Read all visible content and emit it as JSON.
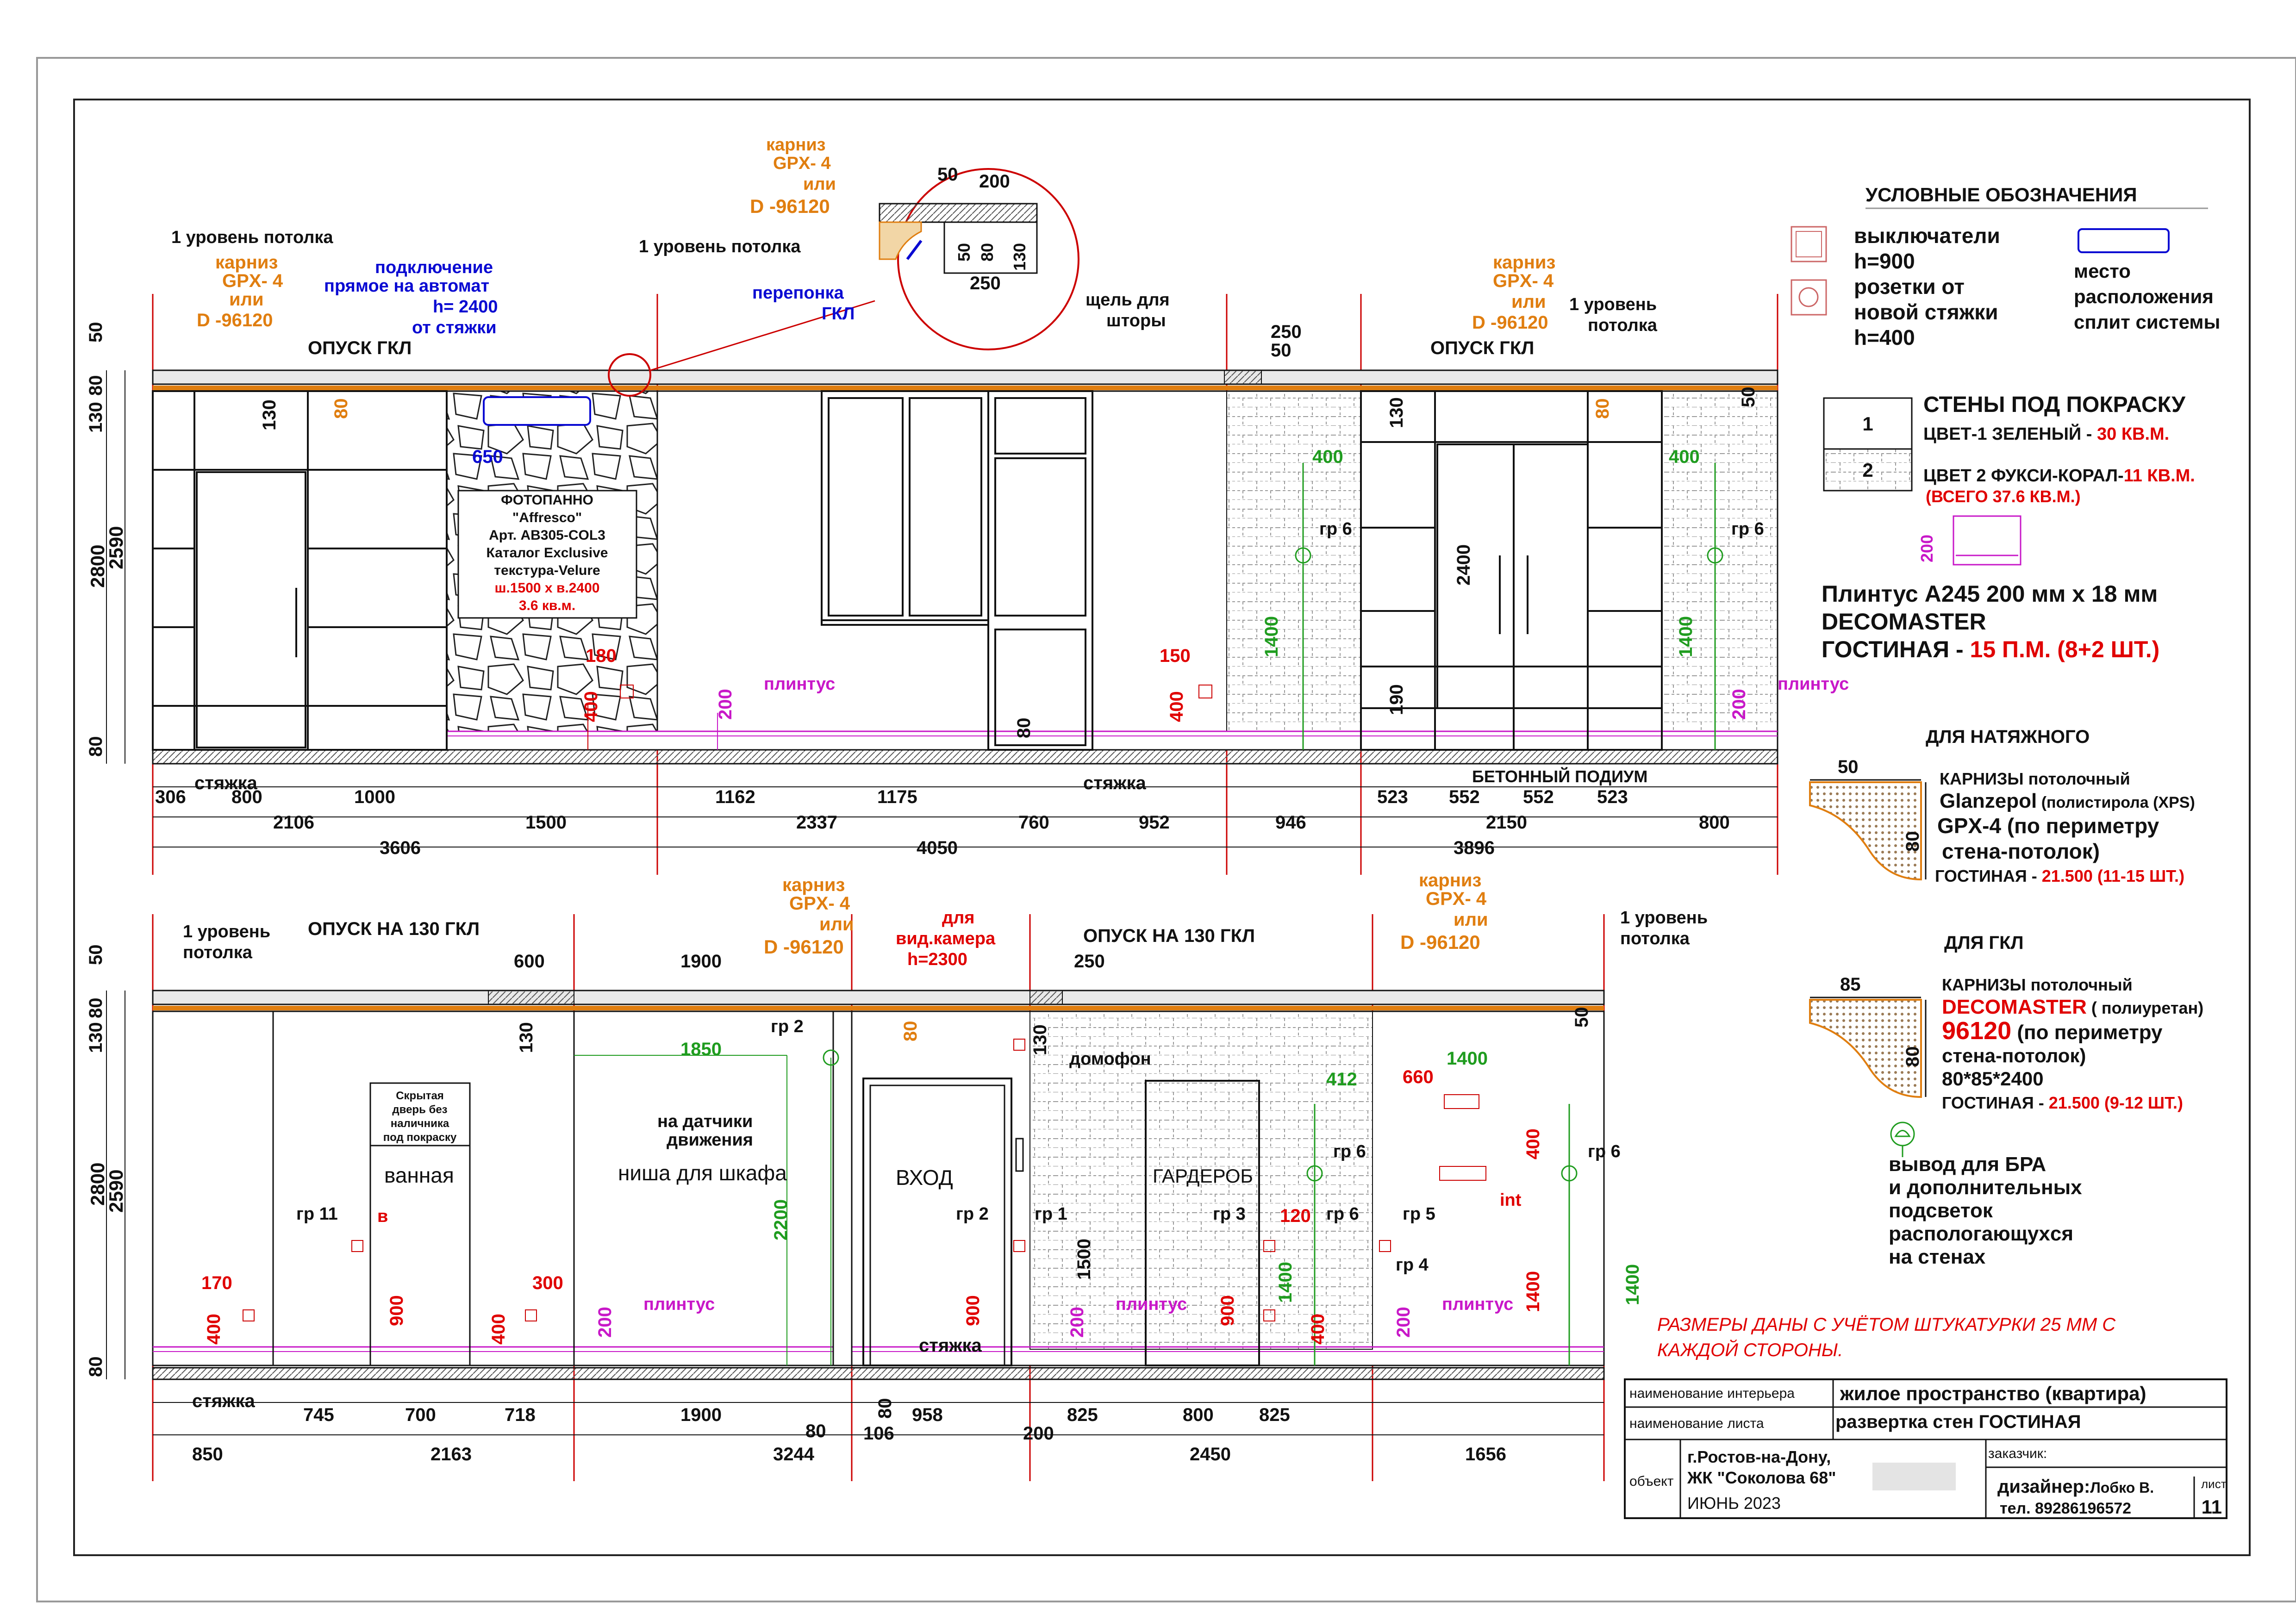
{
  "colors": {
    "cornice": "#e07e10",
    "red_line": "#cc0000",
    "red_text": "#e00000",
    "blue": "#0a0ad2",
    "green": "#1f9c1f",
    "magenta": "#c818c8",
    "line": "#111111",
    "orange_text": "#e07e10"
  },
  "top": {
    "ceiling1_left": "1 уровень потолка",
    "cornice_left": {
      "l1": "карниз",
      "l2": "GPX- 4",
      "l3": "или",
      "l4": "D -96120"
    },
    "connection": {
      "l1": "подключение",
      "l2": "прямое на автомат",
      "l3": "h= 2400",
      "l4": "от стяжки"
    },
    "opusk_left": "ОПУСК ГКЛ",
    "detail": {
      "cornice": {
        "l1": "карниз",
        "l2": "GPX- 4",
        "l3": "или",
        "l4": "D -96120"
      },
      "ceiling": "1 уровень потолка",
      "peremychka": {
        "l1": "перепонка",
        "l2": "ГКЛ"
      },
      "gap": {
        "l1": "щель для",
        "l2": "шторы"
      },
      "d50": "50",
      "d200": "200",
      "d250": "250",
      "d50b": "50",
      "d80": "80",
      "d130": "130"
    },
    "dim250": "250",
    "dim50": "50",
    "cornice_right": {
      "l1": "карниз",
      "l2": "GPX- 4",
      "l3": "или",
      "l4": "D -96120"
    },
    "ceiling1_right": {
      "l1": "1 уровень",
      "l2": "потолка"
    },
    "opusk_right": "ОПУСК ГКЛ",
    "photopanel": {
      "l1": "ФОТОПАННО",
      "l2": "\"Affresco\"",
      "l3": "Арт. AB305-COL3",
      "l4": "Каталог Exclusive",
      "l5": "текстура-Velure",
      "l6": "ш.1500 х в.2400",
      "l7": "3.6 кв.м."
    },
    "v2800": "2800",
    "v2590": "2590",
    "v130": "130",
    "v80": "80",
    "v50": "50",
    "d130a": "130",
    "d80a": "80",
    "d650": "650",
    "d180": "180",
    "d400a": "400",
    "d200a": "200",
    "plintus": "плинтус",
    "d80b": "80",
    "d150": "150",
    "d400b": "400",
    "d400c": "400",
    "d1400a": "1400",
    "gr6a": "гр 6",
    "d130b": "130",
    "d2400": "2400",
    "d190": "190",
    "d80c": "80",
    "d400d": "400",
    "gr6b": "гр 6",
    "d1400b": "1400",
    "d200b": "200",
    "plintus2": "плинтус",
    "d50r": "50",
    "styazhka1": "стяжка",
    "styazhka2": "стяжка",
    "podium": "БЕТОННЫЙ ПОДИУМ",
    "dims_row1": [
      "306",
      "800",
      "1000",
      "1162",
      "1175",
      "523",
      "552",
      "552",
      "523"
    ],
    "dims_row2": [
      "2106",
      "1500",
      "2337",
      "760",
      "952",
      "946",
      "2150",
      "800"
    ],
    "dims_row3": [
      "3606",
      "4050",
      "3896"
    ]
  },
  "bottom": {
    "ceiling1_left": {
      "l1": "1 уровень",
      "l2": "потолка"
    },
    "opusk1": "ОПУСК НА 130 ГКЛ",
    "cornice_mid": {
      "l1": "карниз",
      "l2": "GPX- 4",
      "l3": "или",
      "l4": "D -96120"
    },
    "camera": {
      "l1": "для",
      "l2": "вид.камера",
      "l3": "h=2300"
    },
    "opusk2": "ОПУСК НА 130 ГКЛ",
    "cornice_right": {
      "l1": "карниз",
      "l2": "GPX- 4",
      "l3": "или",
      "l4": "D -96120"
    },
    "ceiling1_right": {
      "l1": "1 уровень",
      "l2": "потолка"
    },
    "d600": "600",
    "d1900": "1900",
    "d250": "250",
    "hidden_door": {
      "l1": "Скрытая",
      "l2": "дверь без",
      "l3": "наличника",
      "l4": "под покраску"
    },
    "bath": "ванная",
    "niche": "ниша для шкафа",
    "entry": "ВХОД",
    "wardrobe": "ГАРДЕРОБ",
    "intercom": "домофон",
    "sensors": {
      "l1": "на датчики",
      "l2": "движения"
    },
    "v2800": "2800",
    "v2590": "2590",
    "v130": "130",
    "v80": "80",
    "v50": "50",
    "d130a": "130",
    "d80a": "80",
    "d130b": "130",
    "d1850": "1850",
    "d2200": "2200",
    "gr2a": "гр 2",
    "gr11": "гр 11",
    "v": "в",
    "d900a": "900",
    "d170": "170",
    "d400a": "400",
    "d300": "300",
    "d400b": "400",
    "d200a": "200",
    "plintus1": "плинтус",
    "gr2b": "гр 2",
    "gr1": "гр 1",
    "d900b": "900",
    "d1500": "1500",
    "d200b": "200",
    "plintus2": "плинтус",
    "gr3": "гр 3",
    "d120": "120",
    "d1400a": "1400",
    "d900c": "900",
    "d400c": "400",
    "gr6a": "гр 6",
    "gr6b": "гр 6",
    "d412": "412",
    "gr5": "гр 5",
    "gr4": "гр 4",
    "d1400b": "1400",
    "d660": "660",
    "d400d": "400",
    "int": "int",
    "d1400c": "1400",
    "d200c": "200",
    "plintus3": "плинтус",
    "gr6c": "гр 6",
    "d1400d": "1400",
    "d50r": "50",
    "styazhka1": "стяжка",
    "styazhka2": "стяжка",
    "dims_row1": [
      "745",
      "700",
      "718",
      "1900",
      "958",
      "825",
      "800",
      "825"
    ],
    "d80s": "80",
    "d80t": "80",
    "d106": "106",
    "d200s": "200",
    "dims_row2": [
      "850",
      "2163",
      "3244",
      "2450",
      "1656"
    ]
  },
  "legend": {
    "title": "УСЛОВНЫЕ ОБОЗНАЧЕНИЯ",
    "switch": {
      "l1": "выключатели",
      "l2": "h=900"
    },
    "socket": {
      "l1": "розетки от",
      "l2": "новой стяжки",
      "l3": "h=400"
    },
    "split": {
      "l1": "место",
      "l2": "расположения",
      "l3": "сплит системы"
    },
    "walls_title": "СТЕНЫ ПОД ПОКРАСКУ",
    "sw1": "1",
    "sw2": "2",
    "color1_a": "ЦВЕТ-1 ЗЕЛЕНЫЙ - ",
    "color1_b": "30 КВ.М.",
    "color2_a": "ЦВЕТ 2 ФУКСИ-КОРАЛ-",
    "color2_b": "11 КВ.М.",
    "total": "(ВСЕГО 37.6 КВ.М.)",
    "d200": "200",
    "plinth": {
      "l1": "Плинтус А245 200 мм х 18 мм",
      "l2": "DECOMASTER",
      "l3a": "ГОСТИНАЯ - ",
      "l3b": "15 П.М. (8+2 ШТ.)"
    },
    "stretch_title": "ДЛЯ НАТЯЖНОГО",
    "c1": {
      "d50": "50",
      "d80": "80",
      "l1": "КАРНИЗЫ потолочный",
      "l2a": "Glanzepol",
      "l2b": " (полистирола (XPS)",
      "l3": "GPX-4  (по периметру",
      "l4": "стена-потолок)",
      "l5a": "ГОСТИНАЯ - ",
      "l5b": "21.500 (11-15 ШТ.)"
    },
    "gkl_title": "ДЛЯ ГКЛ",
    "c2": {
      "d85": "85",
      "d80": "80",
      "l1": "КАРНИЗЫ потолочный",
      "l2a": "DECOMASTER",
      "l2b": " ( полиуретан)",
      "l3a": "96120",
      "l3b": " (по периметру",
      "l4": "стена-потолок)",
      "l5": "80*85*2400",
      "l6a": "ГОСТИНАЯ - ",
      "l6b": "21.500 (9-12 ШТ.)"
    },
    "bra": {
      "l1": "вывод для БРА",
      "l2": "и дополнительных",
      "l3": "подсветок",
      "l4": "распологающуxся",
      "l5": "на стенах"
    },
    "note": {
      "l1": "РАЗМЕРЫ ДАНЫ С УЧЁТОМ ШТУКАТУРКИ 25 ММ С",
      "l2": "КАЖДОЙ СТОРОНЫ."
    }
  },
  "titleblock": {
    "interior_label": "наименование интерьера",
    "interior_value": "жилое пространство (квартира)",
    "sheet_label": "наименование листа",
    "sheet_value": "развертка стен ГОСТИНАЯ",
    "object_label": "объект",
    "addr1": "г.Ростов-на-Дону,",
    "addr2": "ЖК \"Соколова 68\"",
    "date": "ИЮНЬ 2023",
    "customer_label": "заказчик:",
    "designer_label": "дизайнер:",
    "designer_name": "Лобко В.",
    "phone": "тел. 89286196572",
    "sheet_no_label": "лист",
    "sheet_no": "11"
  }
}
